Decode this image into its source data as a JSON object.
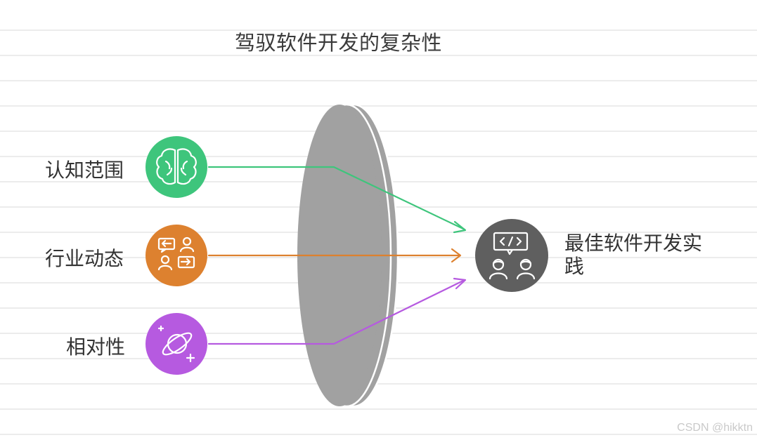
{
  "title": "驾驭软件开发的复杂性",
  "inputs": [
    {
      "label": "认知范围",
      "icon": "brain-icon",
      "color": "#3ec57c"
    },
    {
      "label": "行业动态",
      "icon": "conversation-icon",
      "color": "#dd812f"
    },
    {
      "label": "相对性",
      "icon": "planet-icon",
      "color": "#b65ae0"
    }
  ],
  "output": {
    "label": "最佳软件开发实践",
    "icon": "developers-code-icon",
    "color": "#5f5f5f"
  },
  "lens_color": "#a1a1a1",
  "watermark": "CSDN @hikktn"
}
